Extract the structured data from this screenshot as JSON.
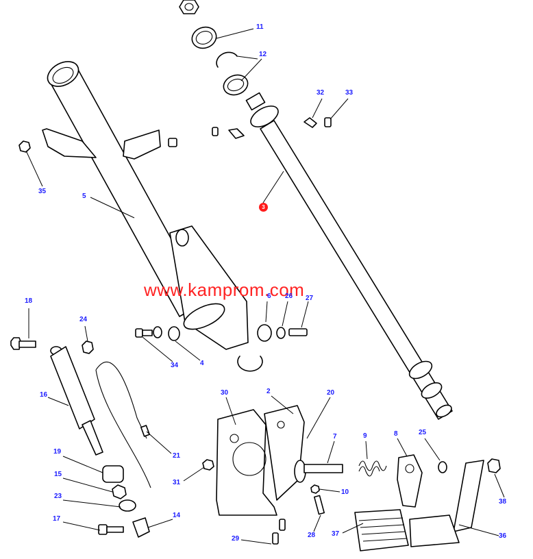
{
  "watermark": "www.kamprom.com",
  "highlighted_part": "3",
  "callouts": {
    "c11": "11",
    "c12": "12",
    "c32": "32",
    "c33": "33",
    "c35": "35",
    "c5": "5",
    "c18": "18",
    "c24": "24",
    "c6": "6",
    "c26": "26",
    "c27": "27",
    "c34": "34",
    "c4": "4",
    "c16": "16",
    "c30": "30",
    "c2": "2",
    "c20": "20",
    "c7": "7",
    "c9": "9",
    "c8": "8",
    "c25": "25",
    "c21": "21",
    "c19": "19",
    "c31": "31",
    "c15": "15",
    "c10": "10",
    "c38": "38",
    "c23": "23",
    "c14": "14",
    "c17": "17",
    "c28": "28",
    "c37": "37",
    "c36": "36",
    "c29": "29"
  },
  "colors": {
    "callout": "#1a1aff",
    "watermark": "#ff2222",
    "highlight": "#ff1a1a"
  }
}
